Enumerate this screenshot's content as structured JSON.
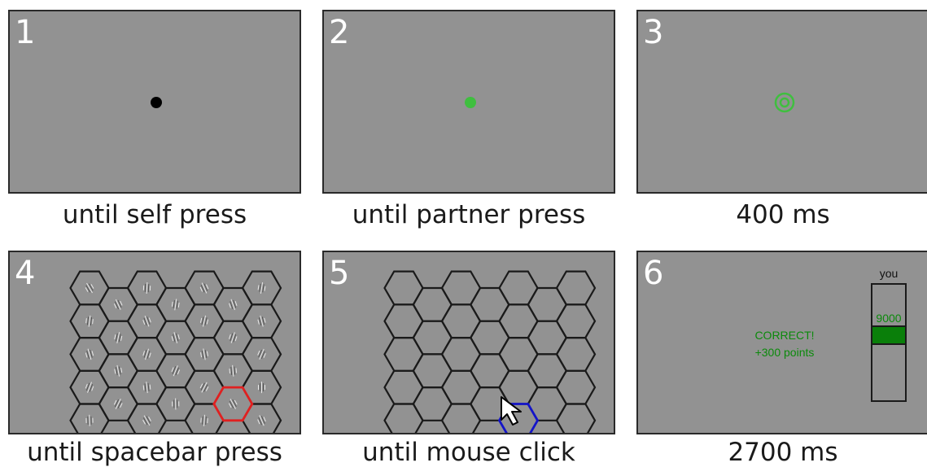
{
  "colors": {
    "background": "#929292",
    "fixation": "#000000",
    "partner": "#3fbf3f",
    "selected_self": "#e02020",
    "selected_partner": "#1414c8",
    "feedback": "#0b8a0b",
    "meter_fill": "#0a7f0a"
  },
  "panels": [
    {
      "number": "1",
      "caption": "until self press"
    },
    {
      "number": "2",
      "caption": "until partner press"
    },
    {
      "number": "3",
      "caption": "400 ms"
    },
    {
      "number": "4",
      "caption": "until spacebar press"
    },
    {
      "number": "5",
      "caption": "until mouse click"
    },
    {
      "number": "6",
      "caption": "2700 ms"
    }
  ],
  "feedback": {
    "line1": "CORRECT!",
    "line2": "+300 points"
  },
  "score_meter": {
    "label": "you",
    "value": "9000",
    "fill_fraction": 0.16
  },
  "icons": [
    "fixation-dot",
    "partner-dot",
    "ring-cue",
    "hexagon-grid",
    "mouse-cursor-icon"
  ]
}
